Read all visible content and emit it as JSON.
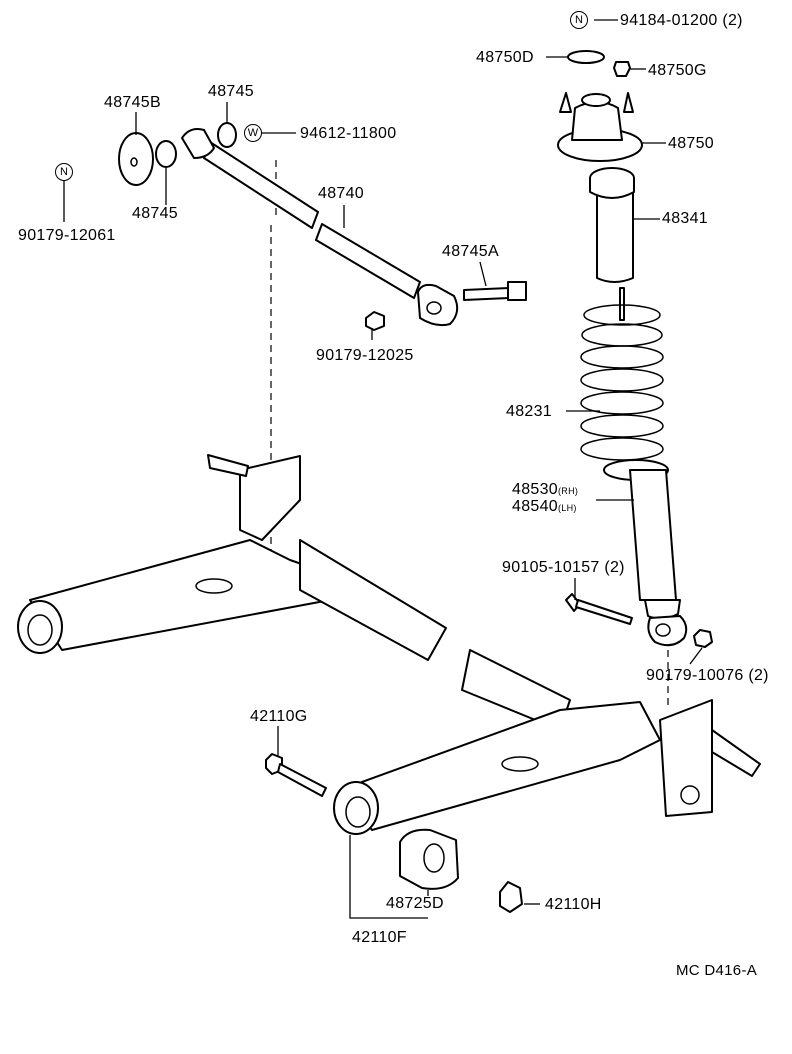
{
  "labels": {
    "p94184": "94184-01200 (2)",
    "p48750D": "48750D",
    "p48750G": "48750G",
    "p48750": "48750",
    "p48341": "48341",
    "p48231": "48231",
    "p48530": "48530",
    "p48530_side": "(RH)",
    "p48540": "48540",
    "p48540_side": "(LH)",
    "p90105": "90105-10157 (2)",
    "p90179_10076": "90179-10076 (2)",
    "p48745B": "48745B",
    "p48745_top": "48745",
    "p48745_bottom": "48745",
    "p94612": "94612-11800",
    "p90179_12061": "90179-12061",
    "p48740": "48740",
    "p48745A": "48745A",
    "p90179_12025": "90179-12025",
    "p42110G": "42110G",
    "p48725D": "48725D",
    "p42110H": "42110H",
    "p42110F": "42110F",
    "footer": "MC  D416-A"
  },
  "markers": {
    "n_top": "N",
    "n_left": "N",
    "w_mark": "W"
  }
}
